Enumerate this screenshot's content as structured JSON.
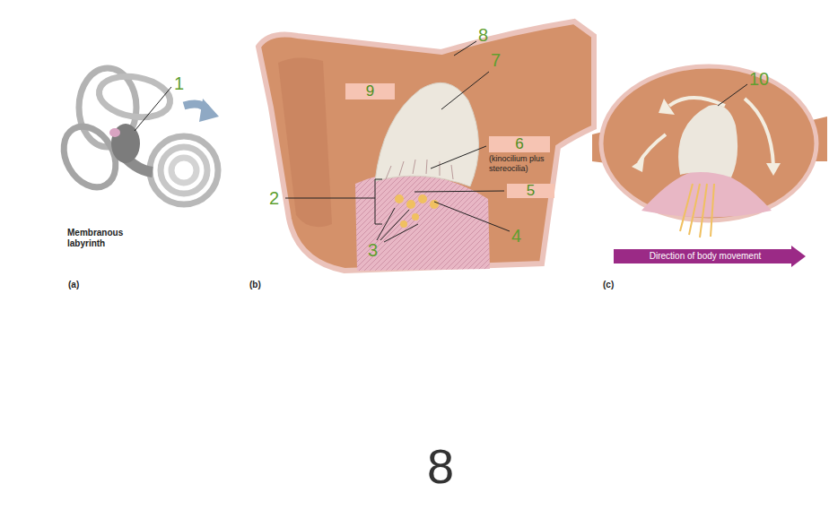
{
  "diagram": {
    "nodes": [
      {
        "text": [
          "9"
        ]
      },
      {
        "text": [
          "6",
          "(kinocilium plus stereocilia)"
        ]
      },
      {
        "text": [
          "5"
        ]
      },
      {
        "text": [
          "Direction of body movement"
        ]
      }
    ],
    "labels": [
      "1",
      "Membranous labyrinth",
      "(a)",
      "8",
      "7",
      "2",
      "3",
      "4",
      "10",
      "(b)",
      "(c)",
      "8"
    ]
  }
}
